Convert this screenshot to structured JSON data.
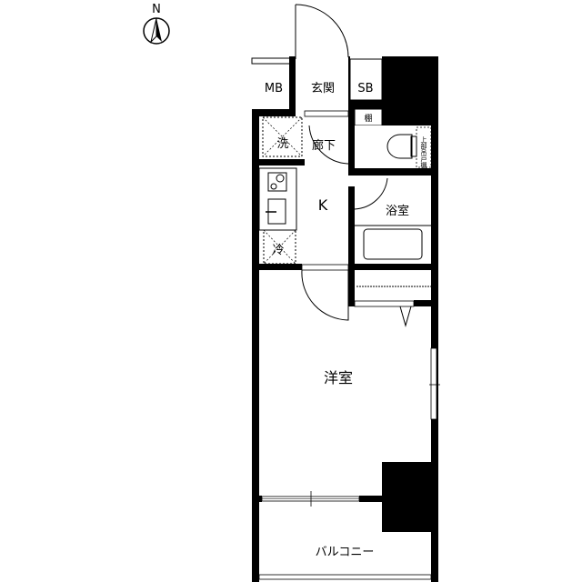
{
  "compass": {
    "label": "N"
  },
  "rooms": {
    "mb": "MB",
    "entrance": "玄関",
    "sb": "SB",
    "shelf": "棚",
    "washer": "洗",
    "hallway": "廊下",
    "kitchen": "K",
    "fridge": "冷",
    "bathroom": "浴室",
    "upper_cabinet": "上部吊戸棚",
    "western_room": "洋室",
    "balcony": "バルコニー"
  },
  "colors": {
    "wall": "#000000",
    "background": "#ffffff"
  }
}
